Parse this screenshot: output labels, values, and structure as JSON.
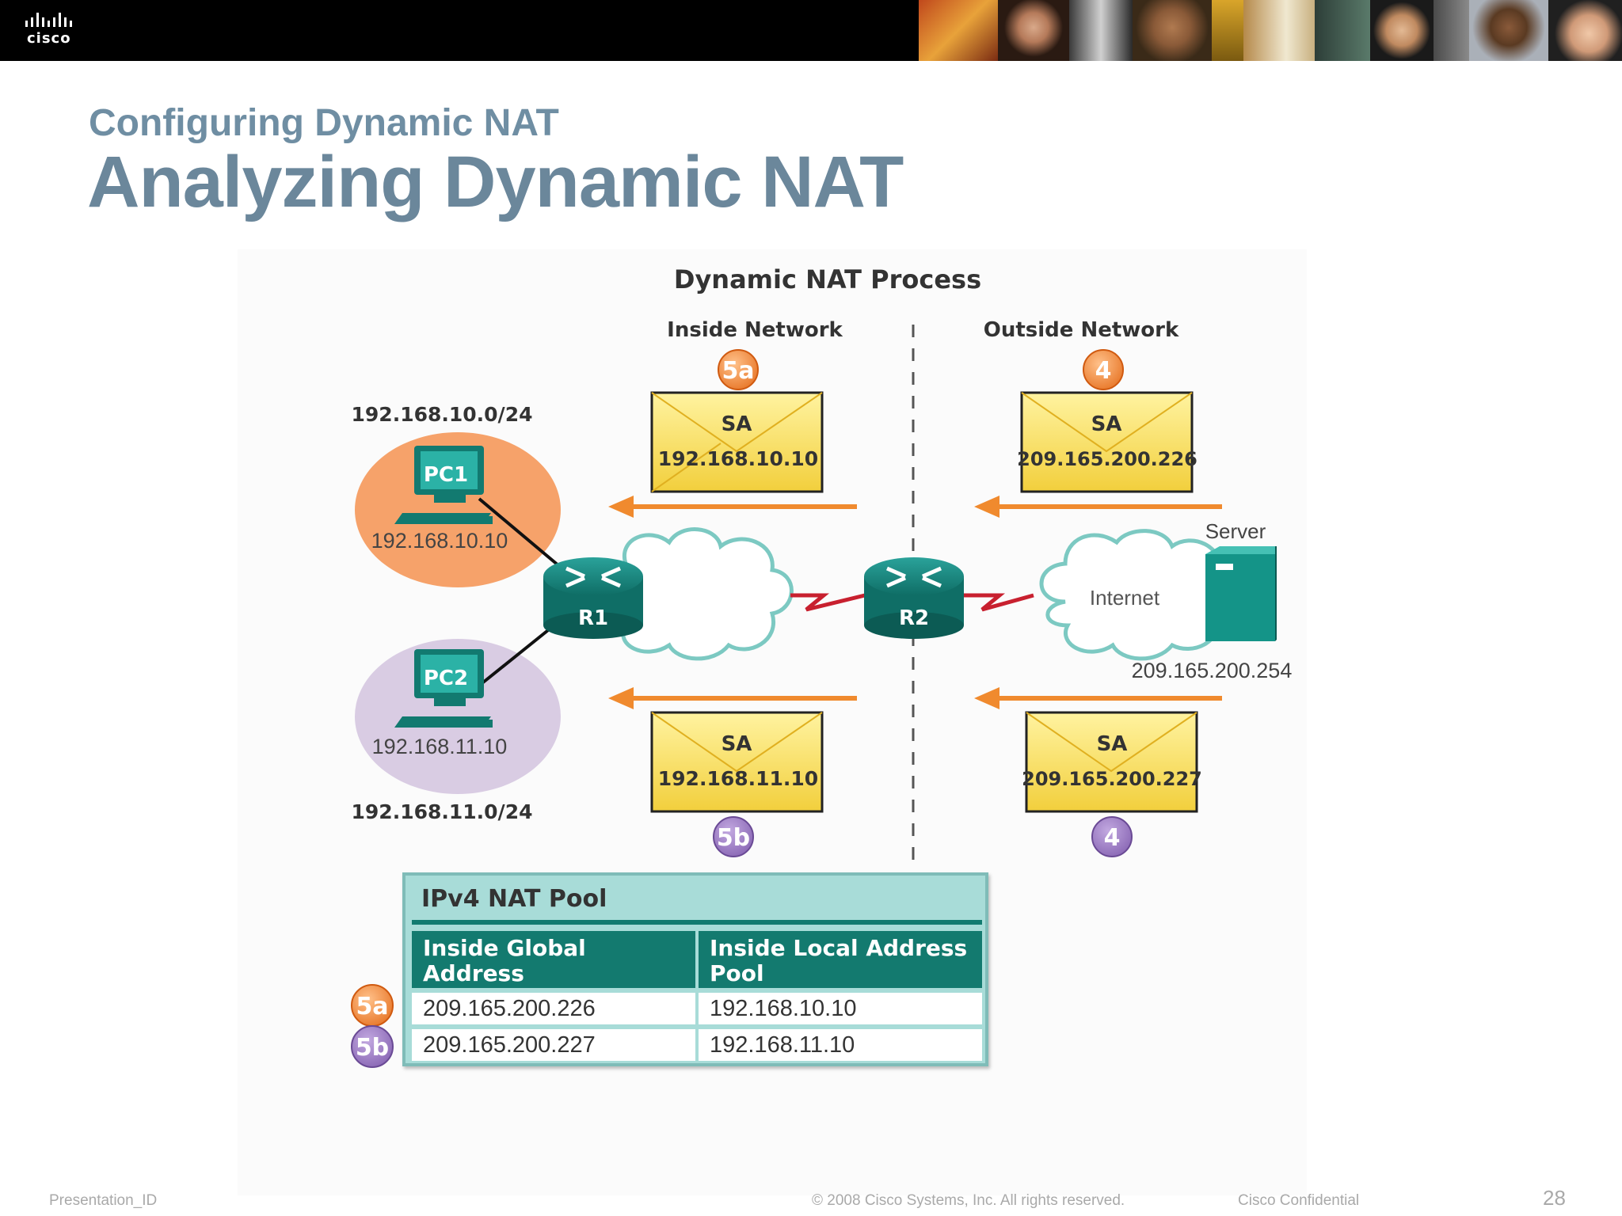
{
  "header": {
    "brand": "cisco",
    "subtitle": "Configuring Dynamic NAT",
    "title": "Analyzing Dynamic NAT"
  },
  "diagram": {
    "title": "Dynamic NAT Process",
    "inside_label": "Inside Network",
    "outside_label": "Outside Network",
    "badges": {
      "top_left": "5a",
      "top_right": "4",
      "bottom_left": "5b",
      "bottom_right": "4"
    },
    "packets": {
      "top_left": {
        "label": "SA",
        "address": "192.168.10.10"
      },
      "top_right": {
        "label": "SA",
        "address": "209.165.200.226"
      },
      "bottom_left": {
        "label": "SA",
        "address": "192.168.11.10"
      },
      "bottom_right": {
        "label": "SA",
        "address": "209.165.200.227"
      }
    },
    "subnet1": "192.168.10.0/24",
    "subnet2": "192.168.11.0/24",
    "pc1": {
      "name": "PC1",
      "ip": "192.168.10.10"
    },
    "pc2": {
      "name": "PC2",
      "ip": "192.168.11.10"
    },
    "r1": "R1",
    "r2": "R2",
    "internet": "Internet",
    "server": {
      "name": "Server",
      "ip": "209.165.200.254"
    },
    "colors": {
      "orange": "#f08a2e",
      "purple": "#8c6bb1",
      "teal": "#137a6f",
      "envelope": "#f7d84a",
      "red_link": "#c8202f"
    }
  },
  "nat_pool": {
    "title": "IPv4 NAT Pool",
    "headers": [
      "Inside Global Address",
      "Inside Local Address Pool"
    ],
    "rows": [
      {
        "badge": "5a",
        "global": "209.165.200.226",
        "local": "192.168.10.10"
      },
      {
        "badge": "5b",
        "global": "209.165.200.227",
        "local": "192.168.11.10"
      }
    ]
  },
  "footer": {
    "presentation": "Presentation_ID",
    "copyright": "© 2008 Cisco Systems, Inc. All rights reserved.",
    "confidential": "Cisco Confidential",
    "page": "28"
  }
}
